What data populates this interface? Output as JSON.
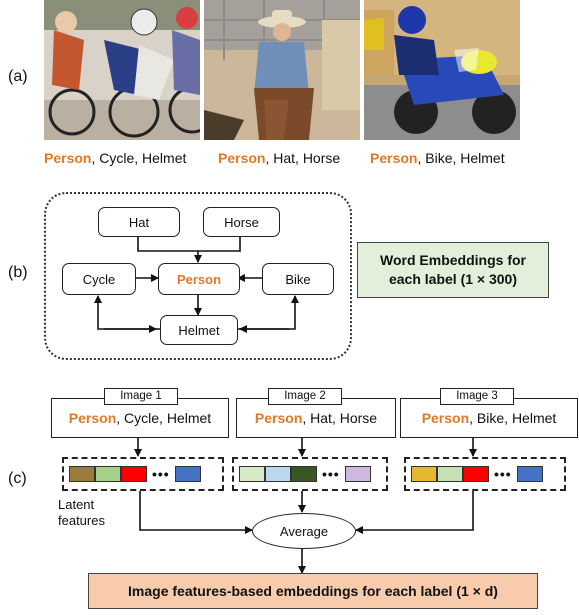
{
  "panel_labels": {
    "a": "(a)",
    "b": "(b)",
    "c": "(c)"
  },
  "photos": [
    {
      "caption": {
        "person": "Person",
        "rest": ", Cycle, Helmet"
      }
    },
    {
      "caption": {
        "person": "Person",
        "rest": ", Hat, Horse"
      }
    },
    {
      "caption": {
        "person": "Person",
        "rest": ", Bike, Helmet"
      }
    }
  ],
  "graph": {
    "hat": "Hat",
    "horse": "Horse",
    "cycle": "Cycle",
    "person": "Person",
    "bike": "Bike",
    "helmet": "Helmet"
  },
  "word_embeddings": {
    "line1": "Word Embeddings for",
    "line2": "each label (1 × 300)"
  },
  "images": [
    {
      "tag": "Image 1",
      "person": "Person",
      "rest": ", Cycle, Helmet",
      "colors": [
        "#9c7c3a",
        "#a8d08d",
        "#ff0000",
        "#4472c4"
      ]
    },
    {
      "tag": "Image 2",
      "person": "Person",
      "rest": ", Hat, Horse",
      "colors": [
        "#d6e8c4",
        "#bdd7ee",
        "#385723",
        "#cdb8e0"
      ]
    },
    {
      "tag": "Image 3",
      "person": "Person",
      "rest": ", Bike, Helmet",
      "colors": [
        "#e6b830",
        "#c5e0b4",
        "#ff0000",
        "#4472c4"
      ]
    }
  ],
  "latent_label": {
    "line1": "Latent",
    "line2": "features"
  },
  "average": "Average",
  "final": "Image features-based embeddings for each label (1 × d)",
  "accent_color": "#e07a2a"
}
